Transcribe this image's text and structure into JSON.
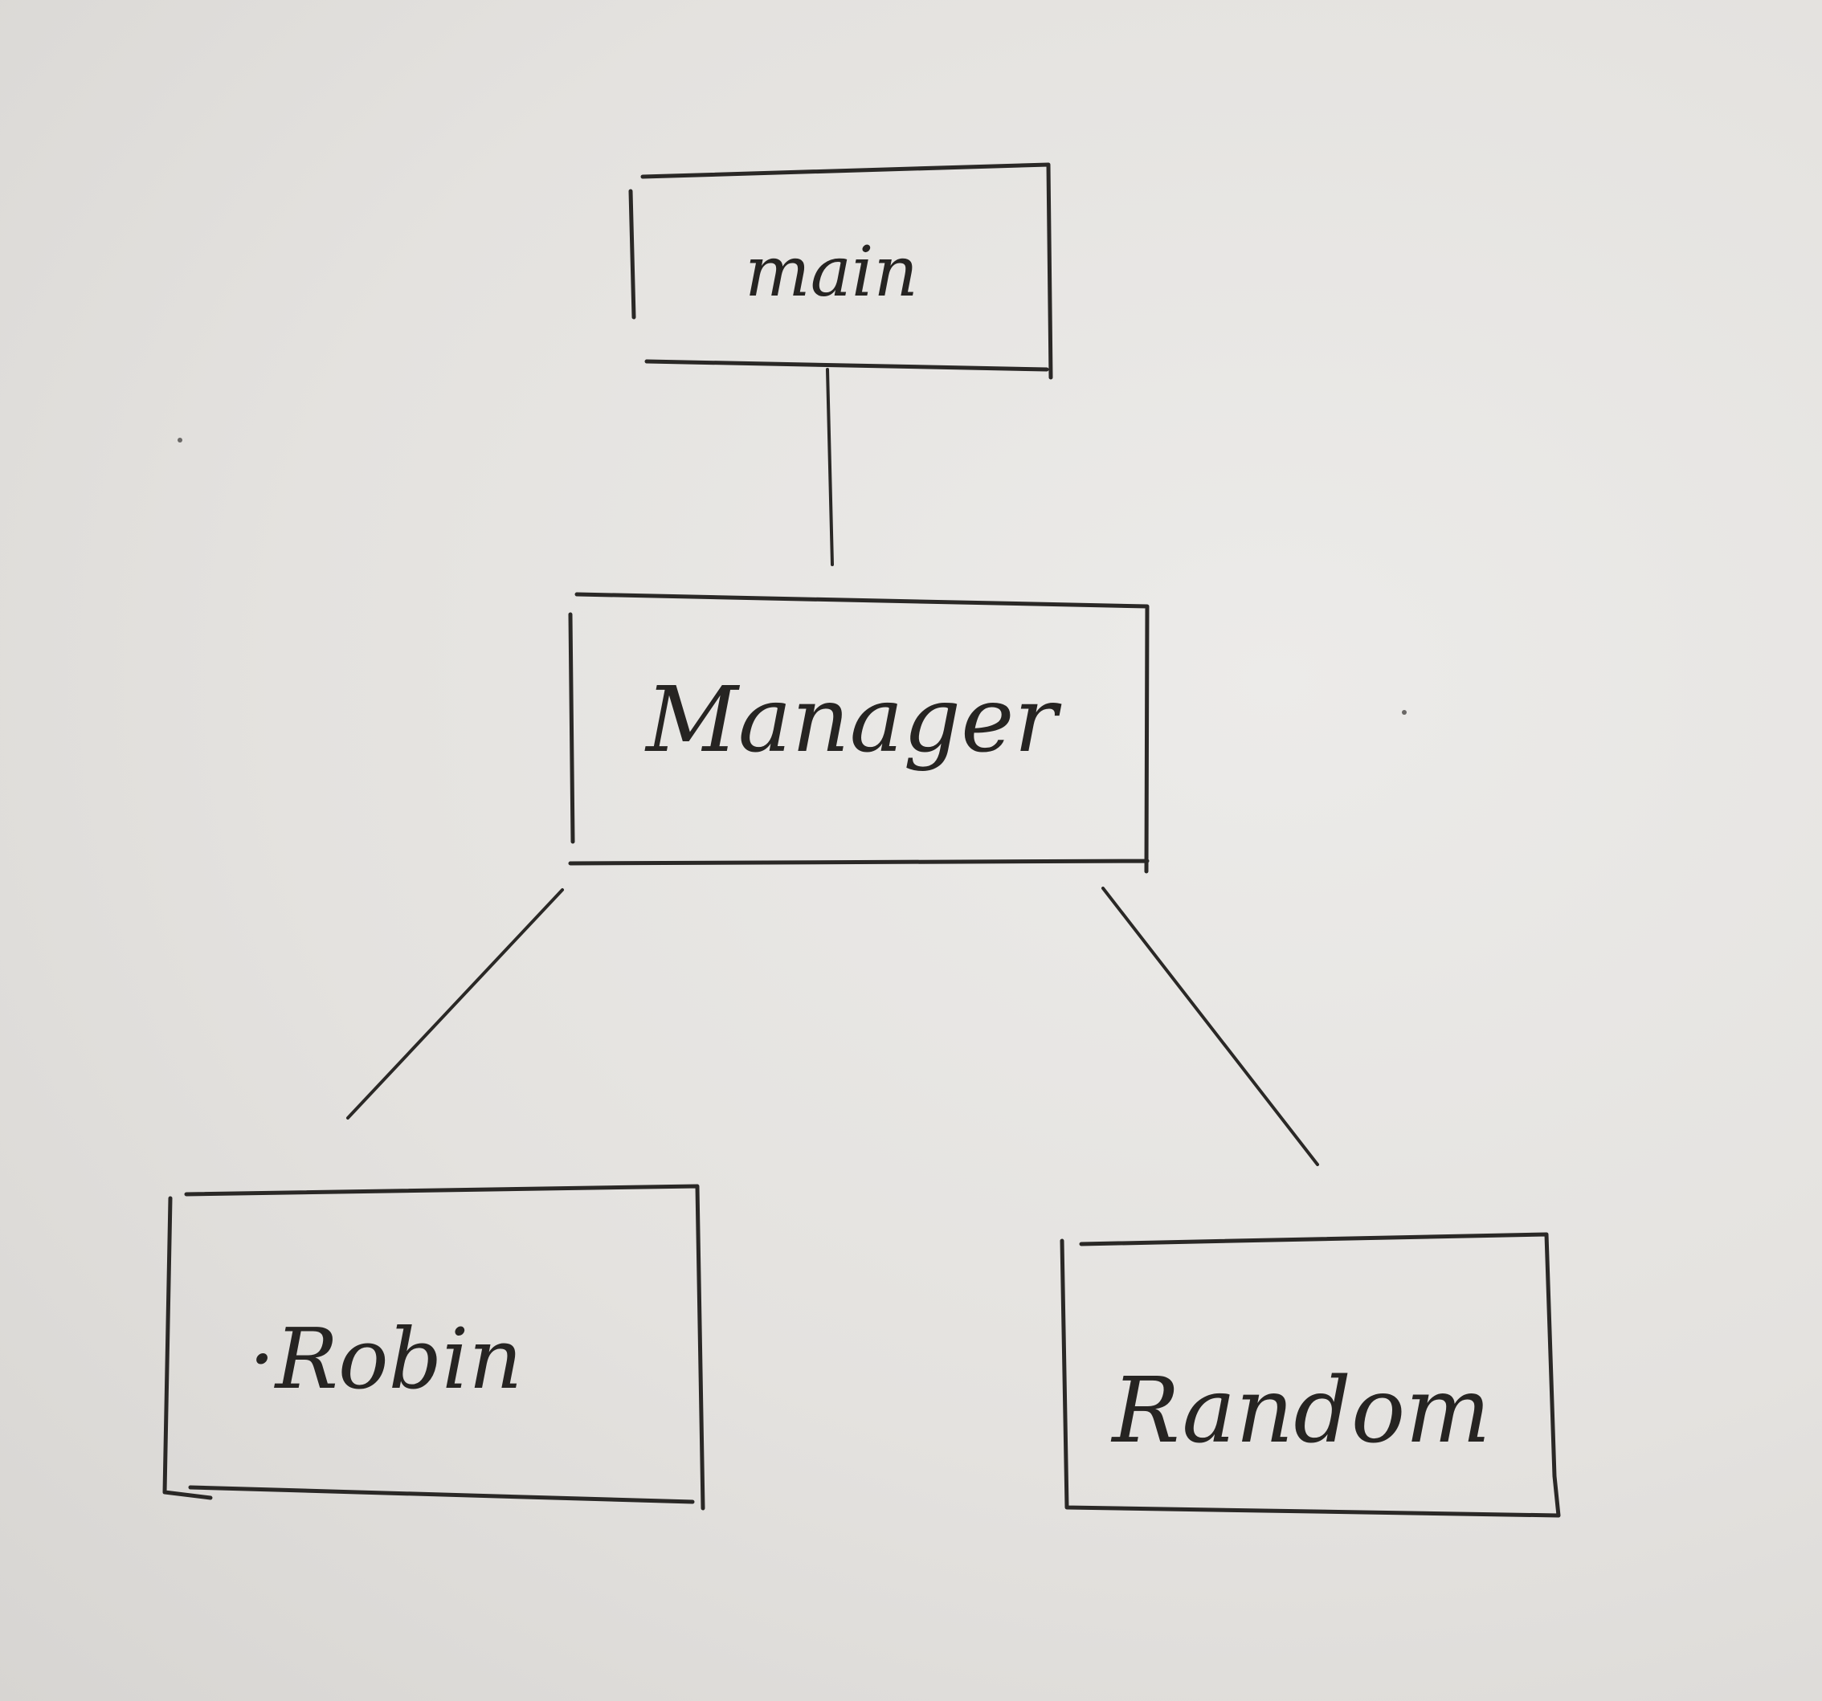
{
  "diagram": {
    "nodes": {
      "main": {
        "label": "main"
      },
      "manager": {
        "label": "Manager"
      },
      "robin": {
        "label": "·Robin"
      },
      "random": {
        "label": "Random"
      }
    },
    "edges": [
      {
        "from": "main",
        "to": "manager"
      },
      {
        "from": "manager",
        "to": "robin"
      },
      {
        "from": "manager",
        "to": "random"
      }
    ],
    "colors": {
      "ink": "#2a2826",
      "paper": "#e6e4e1"
    }
  }
}
